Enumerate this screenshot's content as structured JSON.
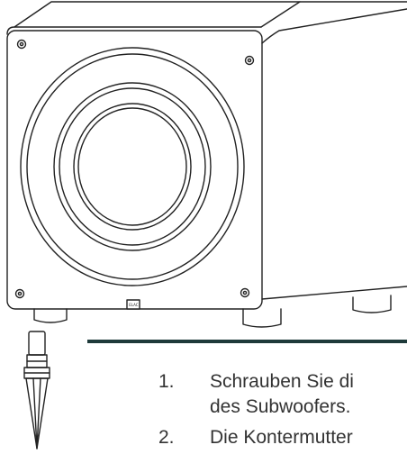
{
  "figure": {
    "logo_text": "ELAC"
  },
  "steps": [
    {
      "number": "1.",
      "text": "Schrauben Sie di",
      "continuation": "des Subwoofers."
    },
    {
      "number": "2.",
      "text": "Die Kontermutter",
      "continuation": ""
    }
  ],
  "colors": {
    "rule": "#1e3a3a",
    "text": "#333333",
    "line_art": "#222222"
  }
}
